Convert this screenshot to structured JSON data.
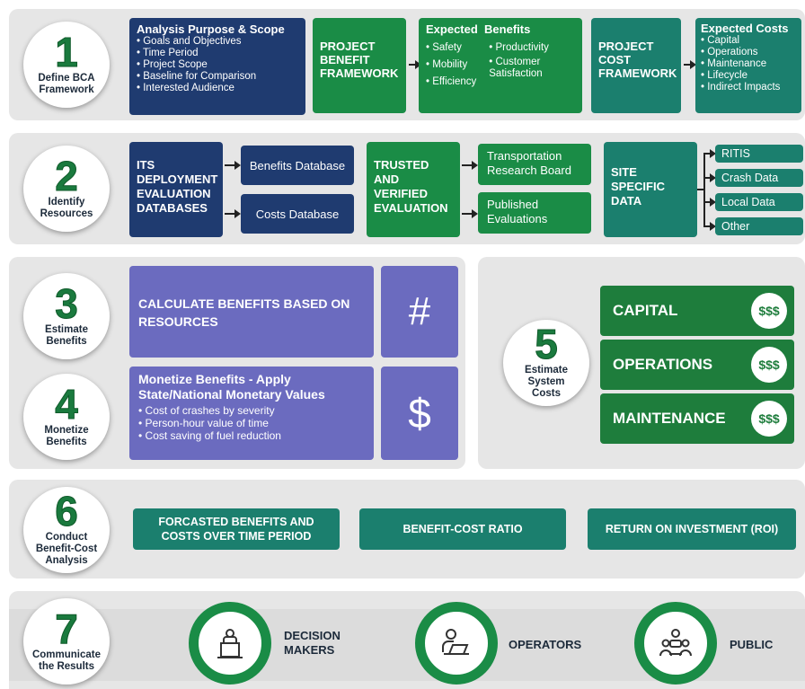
{
  "colors": {
    "navy": "#1f3b70",
    "green": "#1a8c46",
    "teal": "#1b7f6e",
    "purple": "#6b6bbf",
    "band": "#e6e6e6"
  },
  "step1": {
    "num": "1",
    "label": "Define BCA Framework",
    "scope_title": "Analysis Purpose & Scope",
    "scope_items": [
      "Goals and Objectives",
      "Time Period",
      "Project Scope",
      "Baseline for Comparison",
      "Interested Audience"
    ],
    "benefit_framework": "PROJECT BENEFIT FRAMEWORK",
    "benefits_title": "Expected  Benefits",
    "benefits_col1": [
      "Safety",
      "Mobility",
      "Efficiency"
    ],
    "benefits_col2": [
      "Productivity",
      "Customer Satisfaction"
    ],
    "cost_framework": "PROJECT COST FRAMEWORK",
    "costs_title": "Expected Costs",
    "costs_items": [
      "Capital",
      "Operations",
      "Maintenance",
      "Lifecycle",
      "Indirect Impacts"
    ]
  },
  "step2": {
    "num": "2",
    "label": "Identify Resources",
    "its": "ITS DEPLOYMENT EVALUATION DATABASES",
    "benefits_db": "Benefits Database",
    "costs_db": "Costs Database",
    "trusted": "TRUSTED AND VERIFIED EVALUATION",
    "trb": "Transportation Research Board",
    "published": "Published Evaluations",
    "site": "SITE SPECIFIC DATA",
    "site_items": [
      "RITIS",
      "Crash Data",
      "Local Data",
      "Other"
    ]
  },
  "step3": {
    "num": "3",
    "label": "Estimate Benefits",
    "calc": "CALCULATE BENEFITS BASED ON RESOURCES",
    "symbol": "#"
  },
  "step4": {
    "num": "4",
    "label": "Monetize Benefits",
    "title": "Monetize Benefits - Apply State/National Monetary Values",
    "items": [
      "Cost of crashes by severity",
      "Person-hour value of time",
      "Cost saving of fuel reduction"
    ],
    "symbol": "$"
  },
  "step5": {
    "num": "5",
    "label": "Estimate System Costs",
    "costs": [
      {
        "label": "CAPITAL",
        "badge": "$$$"
      },
      {
        "label": "OPERATIONS",
        "badge": "$$$"
      },
      {
        "label": "MAINTENANCE",
        "badge": "$$$"
      }
    ]
  },
  "step6": {
    "num": "6",
    "label": "Conduct Benefit-Cost Analysis",
    "boxes": [
      "FORCASTED BENEFITS AND COSTS OVER TIME PERIOD",
      "BENEFIT-COST RATIO",
      "RETURN ON INVESTMENT (ROI)"
    ]
  },
  "step7": {
    "num": "7",
    "label": "Communicate the Results",
    "audiences": [
      {
        "label": "DECISION MAKERS",
        "icon": "podium-speaker-icon"
      },
      {
        "label": "OPERATORS",
        "icon": "operator-laptop-icon"
      },
      {
        "label": "PUBLIC",
        "icon": "group-people-icon"
      }
    ]
  }
}
